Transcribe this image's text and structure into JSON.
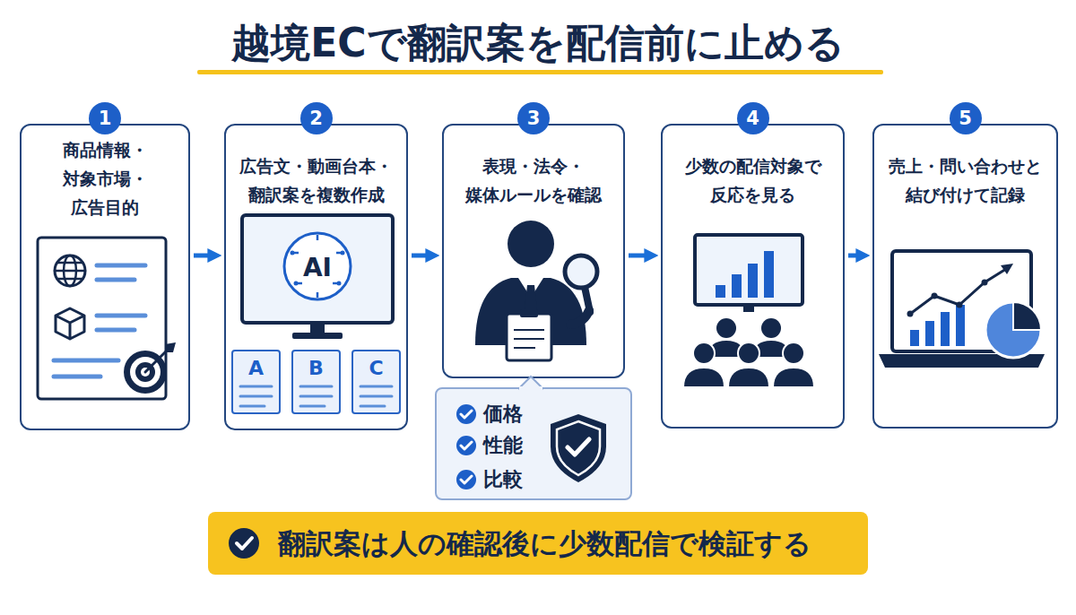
{
  "diagram": {
    "title": "越境ECで翻訳案を配信前に止める",
    "nodes": [
      {
        "text": [
          "商品情報・ 対象市場・ 広告目的"
        ]
      },
      {
        "text": [
          "1"
        ],
        "in": 0
      },
      {
        "text": [
          "広告文・動画台本・ 翻訳案を複数作成"
        ]
      },
      {
        "text": [
          "2"
        ],
        "in": 2
      },
      {
        "text": [
          "A"
        ],
        "in": 2
      },
      {
        "text": [
          "B"
        ],
        "in": 2
      },
      {
        "text": [
          "C"
        ],
        "in": 2
      },
      {
        "text": [
          "表現・法令・ 媒体ルールを確認"
        ]
      },
      {
        "text": [
          "3"
        ],
        "in": 7
      },
      {
        "text": [
          "価格",
          "性能",
          "比較"
        ]
      },
      {
        "text": [
          "少数の配信対象で 反応を見る"
        ]
      },
      {
        "text": [
          "4"
        ],
        "in": 10
      },
      {
        "text": [
          "売上・問い合わせと 結び付けて記録"
        ]
      },
      {
        "text": [
          "5"
        ],
        "in": 12
      },
      {
        "text": [
          "翻訳案は人の確認後に少数配信で検証する"
        ]
      }
    ],
    "edges": [
      {
        "from": 0,
        "to": 2,
        "arrow": "to"
      },
      {
        "from": 2,
        "to": 7,
        "arrow": "to"
      },
      {
        "from": 7,
        "to": 10,
        "arrow": "to"
      },
      {
        "from": 10,
        "to": 12,
        "arrow": "to"
      }
    ],
    "labels": [
      "AI"
    ]
  }
}
